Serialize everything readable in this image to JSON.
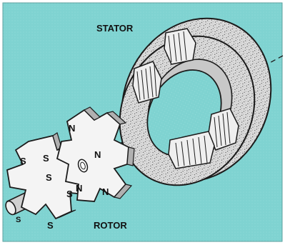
{
  "labels": {
    "stator": "STATOR",
    "rotor": "ROTOR"
  },
  "rotor_poles": {
    "left_gear": [
      "S",
      "S",
      "S",
      "S",
      "S"
    ],
    "right_gear": [
      "N",
      "N",
      "N",
      "N"
    ],
    "shaft_end": "S"
  },
  "colors": {
    "background": "#7fd3d1",
    "stator_speckle": "#d8d8d8",
    "rotor_face": "#f4f4f4",
    "rotor_side": "#b0b0b0",
    "outline": "#1b1b1b"
  }
}
